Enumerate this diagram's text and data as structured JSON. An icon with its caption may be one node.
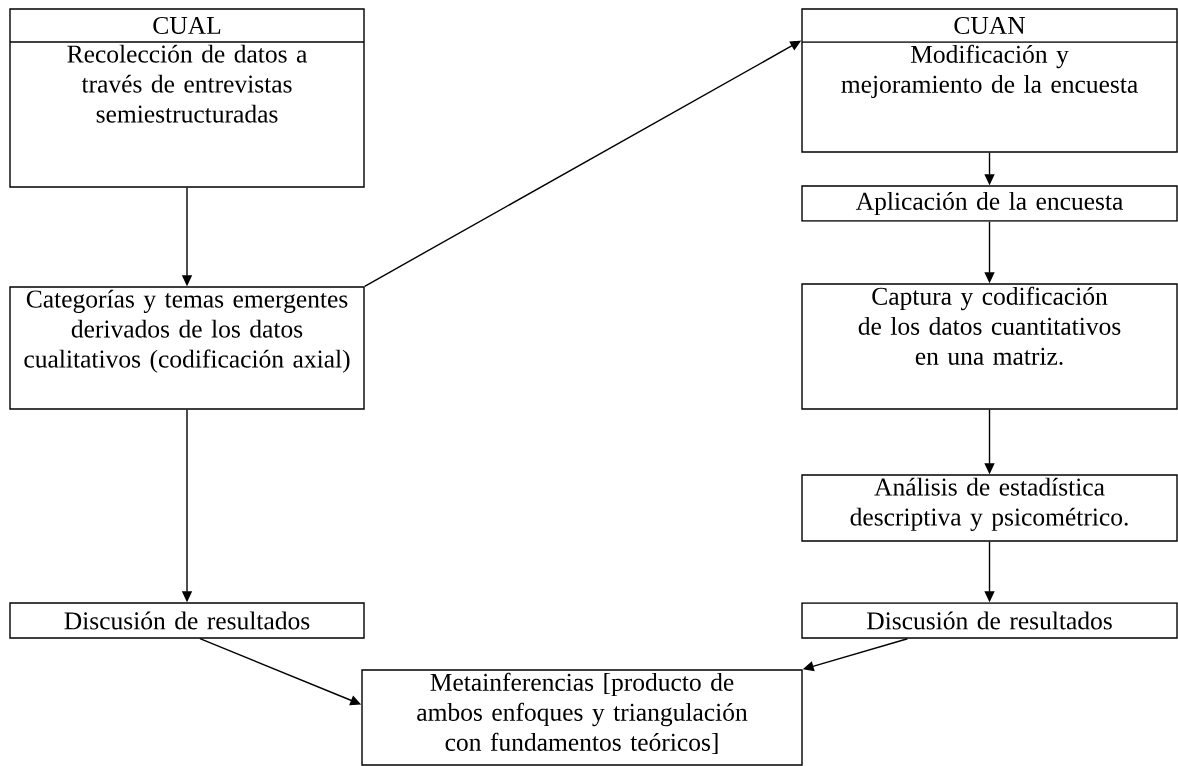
{
  "diagram": {
    "nodes": [
      {
        "text": [
          "CUAL",
          "Recolección de datos a través de entrevistas semiestructuradas"
        ]
      },
      {
        "text": [
          "Categorías y temas emergentes derivados de los datos cualitativos (codificación axial)"
        ]
      },
      {
        "text": [
          "Discusión de resultados"
        ]
      },
      {
        "text": [
          "CUAN",
          "Modificación y mejoramiento de la encuesta"
        ]
      },
      {
        "text": [
          "Aplicación de la encuesta"
        ]
      },
      {
        "text": [
          "Captura y codificación de los datos cuantitativos en una matriz."
        ]
      },
      {
        "text": [
          "Análisis de estadística descriptiva y psicométrico."
        ]
      },
      {
        "text": [
          "Discusión de resultados"
        ]
      },
      {
        "text": [
          "Metainferencias [producto de ambos enfoques y triangulación con fundamentos teóricos]"
        ]
      }
    ],
    "edges": [
      {
        "from": 0,
        "to": 1,
        "arrow": "to"
      },
      {
        "from": 1,
        "to": 3,
        "arrow": "to"
      },
      {
        "from": 1,
        "to": 2,
        "arrow": "to"
      },
      {
        "from": 3,
        "to": 4,
        "arrow": "to"
      },
      {
        "from": 4,
        "to": 5,
        "arrow": "to"
      },
      {
        "from": 5,
        "to": 6,
        "arrow": "to"
      },
      {
        "from": 6,
        "to": 7,
        "arrow": "to"
      },
      {
        "from": 2,
        "to": 8,
        "arrow": "to"
      },
      {
        "from": 7,
        "to": 8,
        "arrow": "to"
      }
    ]
  }
}
